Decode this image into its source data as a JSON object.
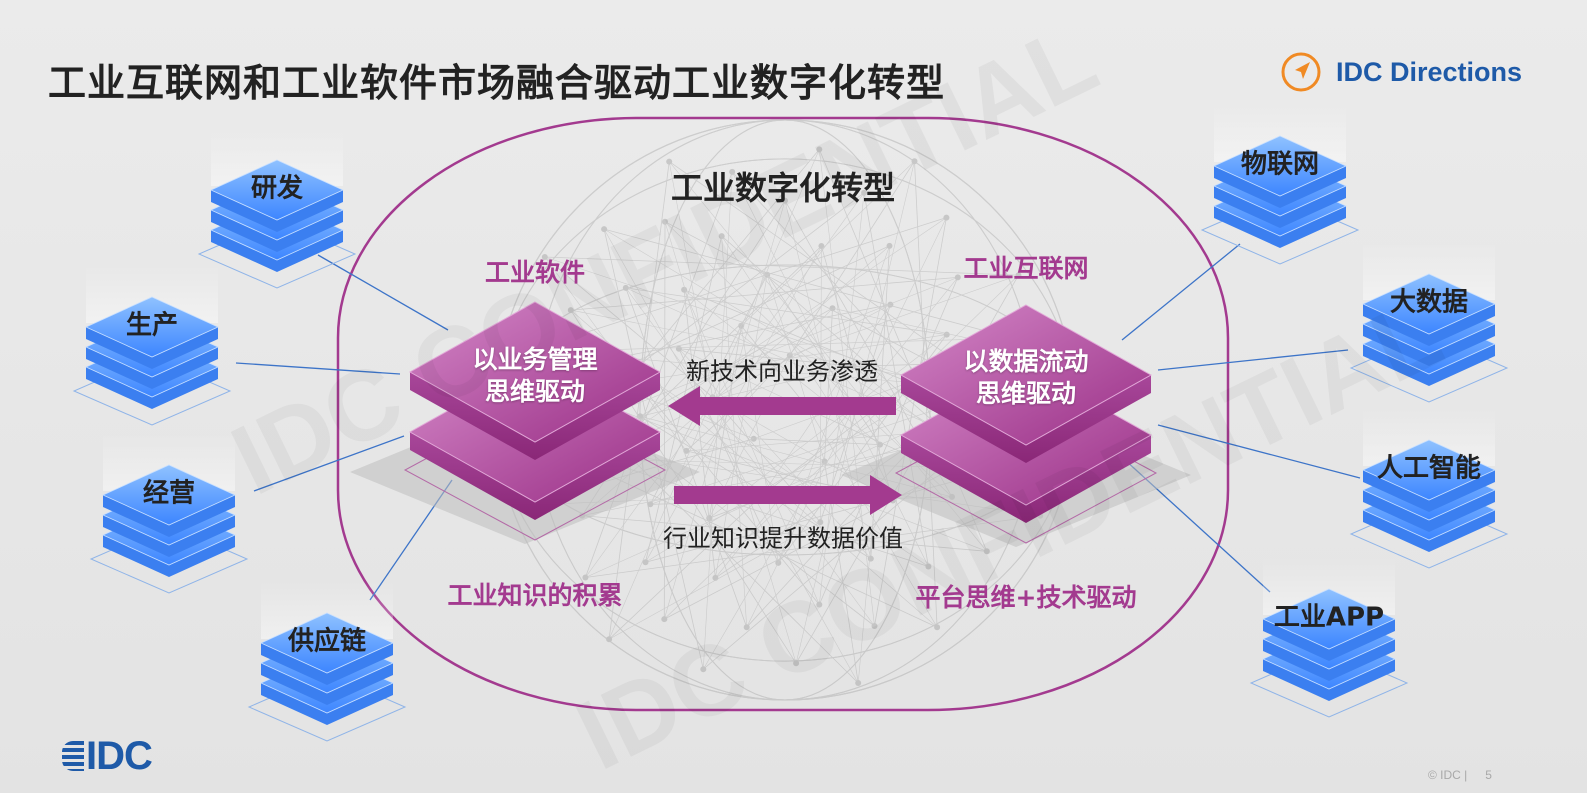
{
  "title": "工业互联网和工业软件市场融合驱动工业数字化转型",
  "brand": {
    "directions_label": "IDC Directions",
    "idc_label": "IDC",
    "copyright": "© IDC |",
    "page_number": "5",
    "accent": "#f08a24",
    "blue": "#1e5aa8"
  },
  "watermark": "IDC CONFIDENTIAL",
  "center": {
    "title": "工业数字化转型",
    "left": {
      "label": "工业软件",
      "layer_line1": "以业务管理",
      "layer_line2": "思维驱动",
      "bottom_label": "工业知识的积累"
    },
    "right": {
      "label": "工业互联网",
      "layer_line1": "以数据流动",
      "layer_line2": "思维驱动",
      "bottom_label": "平台思维+技术驱动"
    },
    "arrow_top_text": "新技术向业务渗透",
    "arrow_bottom_text": "行业知识提升数据价值",
    "purple": "#a33a8f"
  },
  "left_nodes": [
    "研发",
    "生产",
    "经营",
    "供应链"
  ],
  "right_nodes": [
    "物联网",
    "大数据",
    "人工智能",
    "工业APP"
  ]
}
